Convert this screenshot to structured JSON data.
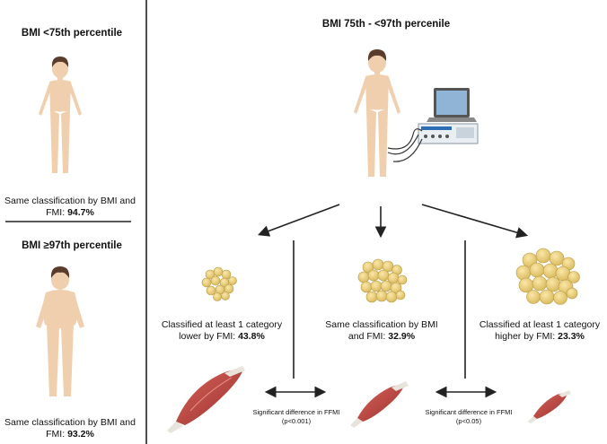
{
  "left_top": {
    "title": "BMI <75th percentile",
    "caption_text": "Same classification by BMI and FMI: ",
    "caption_value": "94.7%"
  },
  "left_bottom": {
    "title": "BMI ≥97th percentile",
    "caption_text": "Same classification by BMI and FMI: ",
    "caption_value": "93.2%"
  },
  "right": {
    "title": "BMI 75th - <97th percenile",
    "col_lower": {
      "caption_text": "Classified at least 1 category lower by FMI: ",
      "caption_value": "43.8%"
    },
    "col_same": {
      "caption_text": "Same classification by BMI and FMI: ",
      "caption_value": "32.9%"
    },
    "col_higher": {
      "caption_text": "Classified at least 1 category higher by FMI: ",
      "caption_value": "23.3%"
    },
    "diff_1": {
      "label": "Significant difference in FFMI",
      "p": "(p<0.001)"
    },
    "diff_2": {
      "label": "Significant difference in FFMI",
      "p": "(p<0.05)"
    }
  },
  "colors": {
    "skin": "#f0cfae",
    "hair": "#5a3c2c",
    "fat": "#e8cf78",
    "muscle": "#b8443e"
  }
}
